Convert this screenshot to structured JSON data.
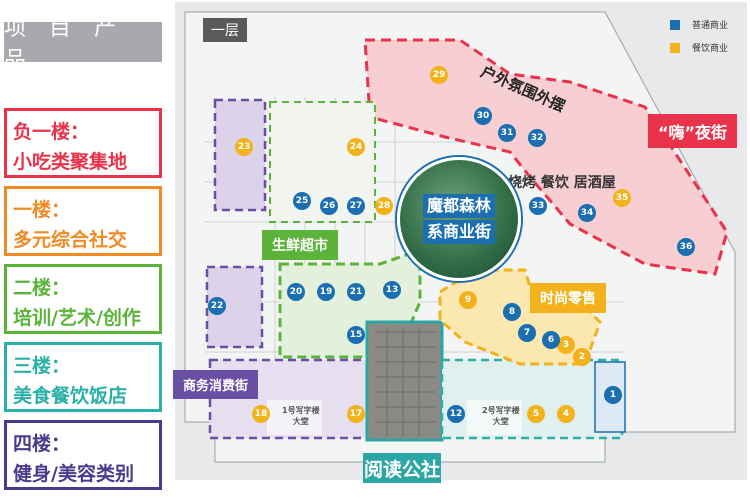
{
  "title": "项 目 产 品",
  "floors": [
    {
      "line1": "负一楼：",
      "line2": "小吃类聚集地",
      "color": "#e8334a"
    },
    {
      "line1": "一楼：",
      "line2": "多元综合社交",
      "color": "#f08a24"
    },
    {
      "line1": "二楼：",
      "line2": "培训/艺术/创作",
      "color": "#5bb33a"
    },
    {
      "line1": "三楼：",
      "line2": "美食餐饮饭店",
      "color": "#2ab0a6"
    },
    {
      "line1": "四楼：",
      "line2": "健身/美容类别",
      "color": "#4b3a8c"
    }
  ],
  "plan": {
    "floor_tag": "一层",
    "legend": [
      {
        "label": "普通商业",
        "color": "#1b6fb0"
      },
      {
        "label": "餐饮商业",
        "color": "#f2b21b"
      }
    ],
    "zones": {
      "outdoor": "户外氛围外摆",
      "night_street": "“嗨”夜街",
      "bbq": "烧烤 餐饮 居酒屋",
      "center_line1": "魔都森林",
      "center_line2": "系商业街",
      "supermarket": "生鲜超市",
      "fashion": "时尚零售",
      "business": "商务消费街",
      "reading": "阅读公社",
      "hall1": "1号写字楼\n大堂",
      "hall2": "2号写字楼\n大堂"
    },
    "units": [
      {
        "n": "1",
        "t": "blue"
      },
      {
        "n": "2",
        "t": "yellow"
      },
      {
        "n": "3",
        "t": "yellow"
      },
      {
        "n": "4",
        "t": "yellow"
      },
      {
        "n": "5",
        "t": "yellow"
      },
      {
        "n": "6",
        "t": "blue"
      },
      {
        "n": "7",
        "t": "blue"
      },
      {
        "n": "8",
        "t": "blue"
      },
      {
        "n": "9",
        "t": "yellow"
      },
      {
        "n": "12",
        "t": "blue"
      },
      {
        "n": "13",
        "t": "blue"
      },
      {
        "n": "15",
        "t": "blue"
      },
      {
        "n": "17",
        "t": "yellow"
      },
      {
        "n": "18",
        "t": "yellow"
      },
      {
        "n": "19",
        "t": "blue"
      },
      {
        "n": "20",
        "t": "blue"
      },
      {
        "n": "21",
        "t": "blue"
      },
      {
        "n": "22",
        "t": "blue"
      },
      {
        "n": "23",
        "t": "yellow"
      },
      {
        "n": "24",
        "t": "yellow"
      },
      {
        "n": "25",
        "t": "blue"
      },
      {
        "n": "26",
        "t": "blue"
      },
      {
        "n": "27",
        "t": "blue"
      },
      {
        "n": "28",
        "t": "yellow"
      },
      {
        "n": "29",
        "t": "yellow"
      },
      {
        "n": "30",
        "t": "blue"
      },
      {
        "n": "31",
        "t": "blue"
      },
      {
        "n": "32",
        "t": "blue"
      },
      {
        "n": "33",
        "t": "blue"
      },
      {
        "n": "34",
        "t": "blue"
      },
      {
        "n": "35",
        "t": "yellow"
      },
      {
        "n": "36",
        "t": "blue"
      }
    ]
  }
}
